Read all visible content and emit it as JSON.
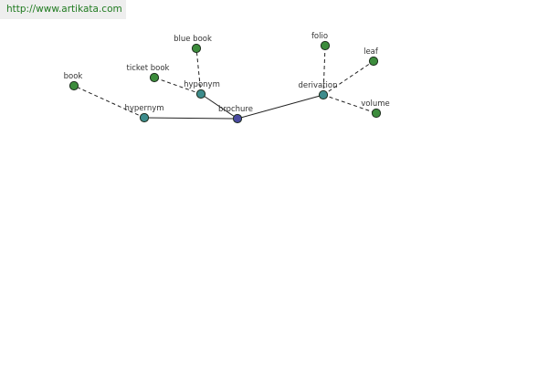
{
  "banner": {
    "url": "http://www.artikata.com"
  },
  "colors": {
    "leaf": "#3c8c3c",
    "relation": "#3d8c8c",
    "center": "#4a4aa0"
  },
  "graph": {
    "nodes": {
      "brochure": {
        "label": "brochure",
        "kind": "center"
      },
      "hypernym": {
        "label": "hypernym",
        "kind": "relation"
      },
      "hyponym": {
        "label": "hyponym",
        "kind": "relation"
      },
      "derivation": {
        "label": "derivation",
        "kind": "relation"
      },
      "book": {
        "label": "book",
        "kind": "leaf"
      },
      "ticket_book": {
        "label": "ticket book",
        "kind": "leaf"
      },
      "blue_book": {
        "label": "blue book",
        "kind": "leaf"
      },
      "folio": {
        "label": "folio",
        "kind": "leaf"
      },
      "leaf": {
        "label": "leaf",
        "kind": "leaf"
      },
      "volume": {
        "label": "volume",
        "kind": "leaf"
      }
    },
    "edges": [
      {
        "from": "brochure",
        "to": "hypernym",
        "style": "solid"
      },
      {
        "from": "brochure",
        "to": "hyponym",
        "style": "solid"
      },
      {
        "from": "brochure",
        "to": "derivation",
        "style": "solid"
      },
      {
        "from": "hypernym",
        "to": "book",
        "style": "dashed"
      },
      {
        "from": "hyponym",
        "to": "ticket_book",
        "style": "dashed"
      },
      {
        "from": "hyponym",
        "to": "blue_book",
        "style": "dashed"
      },
      {
        "from": "derivation",
        "to": "folio",
        "style": "dashed"
      },
      {
        "from": "derivation",
        "to": "leaf",
        "style": "dashed"
      },
      {
        "from": "derivation",
        "to": "volume",
        "style": "dashed"
      }
    ]
  }
}
